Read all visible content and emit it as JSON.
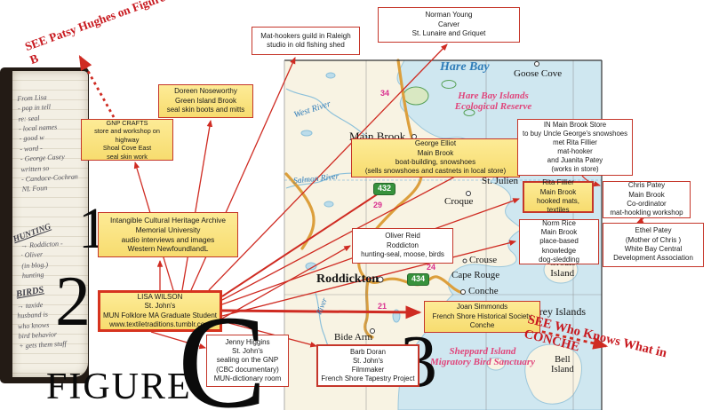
{
  "figure": {
    "word": "FIGURE",
    "letter": "C"
  },
  "see_notes": {
    "top_left": "SEE Patsy Hughes on Figure B",
    "bottom_right": "SEE Who Knows What in CONCHE"
  },
  "section_numbers": {
    "n1": "1",
    "n2": "2",
    "n3": "3"
  },
  "callouts": {
    "norman_young": {
      "text": "Norman Young\nCarver\nSt. Lunaire and Griquet"
    },
    "mat_hookers": {
      "text": "Mat-hookers guild in Raleigh\nstudio in old fishing shed"
    },
    "doreen": {
      "text": "Doreen Noseworthy\nGreen Island Brook\nseal skin boots and mitts"
    },
    "gnp_crafts": {
      "text": "GNP CRAFTS\nstore and workshop on highway\nShoal Cove East\nseal skin work"
    },
    "george_elliot": {
      "text": "George Elliot\nMain Brook\nboat-building, snowshoes\n(sells snowshoes and castnets in local store)"
    },
    "in_main_brook": {
      "text": "IN Main Brook Store\nto buy Uncle George's snowshoes\nmet Rita Fillier\nmat-hooker\nand Juanita Patey\n(works in store)"
    },
    "rita_fillier": {
      "text": "Rita Fillier\nMain Brook\nhooked mats, textiles"
    },
    "chris_patey": {
      "text": "Chris Patey\nMain Brook\nCo-ordinator\nmat-hookling workshop"
    },
    "ethel_patey": {
      "text": "Ethel Patey\n(Mother of Chris )\nWhite Bay Central\nDevelopment Association"
    },
    "norm_rice": {
      "text": "Norm Rice\nMain Brook\nplace-based knowledge\ndog-sledding"
    },
    "ich_archive": {
      "text": "Intangible Cultural Heritage Archive\nMemorial University\naudio interviews and images\nWestern NewfoundlandL"
    },
    "oliver_reid": {
      "text": "Oliver Reid\nRoddicton\nhunting-seal, moose, birds"
    },
    "lisa_wilson": {
      "text": "LISA WILSON\nSt. John's\nMUN Folklore MA Graduate Student\nwww.textiletraditions.tumblr.com"
    },
    "jenny_higgins": {
      "text": "Jenny Higgins\nSt. John's\nsealing on the GNP\n(CBC documentary)\nMUN-dictionary room"
    },
    "barb_doran": {
      "text": "Barb Doran\nSt. John's\nFilmmaker\nFrench Shore Tapestry Project"
    },
    "joan_simmonds": {
      "text": "Joan Simmonds\nFrench Shore Historical Society\nConche"
    }
  },
  "map": {
    "labels": {
      "hare_bay": "Hare Bay",
      "goose_cove": "Goose Cove",
      "hare_bay_reserve": "Hare Bay Islands\nEcological Reserve",
      "west_river": "West River",
      "main_brook": "Main Brook",
      "salmon_river": "Salmon River",
      "st_julien": "St. Julien",
      "croque": "Croque",
      "crouse": "Crouse",
      "cape_rouge": "Cape Rouge",
      "conche": "Conche",
      "roddickton": "Roddickton",
      "bide_arm": "Bide Arm",
      "river": "River",
      "groais_island": "Groais\nIsland",
      "grey_islands": "Grey Islands",
      "sheppard_sanctuary": "Sheppard Island\nMigratory Bird Sanctuary",
      "bell_island": "Bell\nIsland"
    },
    "route_shields": {
      "r432": "432",
      "r434": "434"
    },
    "km_markers": {
      "k34": "34",
      "k29": "29",
      "k24": "24",
      "k21": "21"
    }
  },
  "notebook": {
    "notes_top": "From Lisa\n- pop in tell\n   re: seal\n- local names\n   - good w\n   - word -\n- George Casey\n   written so\n- Candace-Cochran\n   NL Foun",
    "hunting_heading": "HUNTING",
    "hunting_notes": "→ Roddicton -\n    · Oliver\n(in blog.)\n      hunting",
    "birds_heading": "BIRDS",
    "birds_notes": "→ taxide\n husband is\n who knows\n bird behavior\n + gets them stuff"
  },
  "colors": {
    "accent_red": "#cf2b22",
    "box_yellow": "#fbe382",
    "sea_blue": "#cfe7f0",
    "road_orange": "#dc9f3c",
    "reserve_pink": "#e0457b",
    "water_label_blue": "#2f7cb8",
    "shield_green": "#37923c",
    "km_magenta": "#d9308f"
  }
}
